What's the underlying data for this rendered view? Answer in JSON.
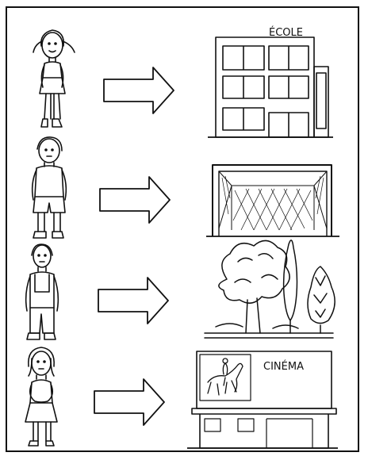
{
  "rows": [
    {
      "person": "girl-with-pigtails",
      "place": "school",
      "sign": "ÉCOLE"
    },
    {
      "person": "boy-in-sweater",
      "place": "football-goal",
      "sign": ""
    },
    {
      "person": "man-in-overalls",
      "place": "park-trees",
      "sign": ""
    },
    {
      "person": "woman-in-dress",
      "place": "cinema",
      "sign": "CINÉMA"
    }
  ]
}
